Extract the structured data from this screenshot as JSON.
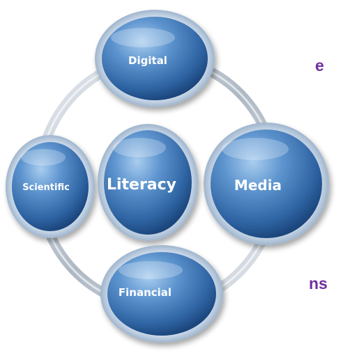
{
  "slide": {
    "side_text_top": "e",
    "side_text_bottom": "ns",
    "side_text_color": "#7030a0"
  },
  "diagram": {
    "center": {
      "label": "Literacy"
    },
    "nodes": [
      {
        "label": "Digital"
      },
      {
        "label": "Media"
      },
      {
        "label": "Financial"
      },
      {
        "label": "Scientific"
      }
    ],
    "colors": {
      "node_light": "#86b2dc",
      "node_mid": "#4f86c4",
      "node_dark": "#1f4d86",
      "ring": "#c8ced6"
    }
  }
}
